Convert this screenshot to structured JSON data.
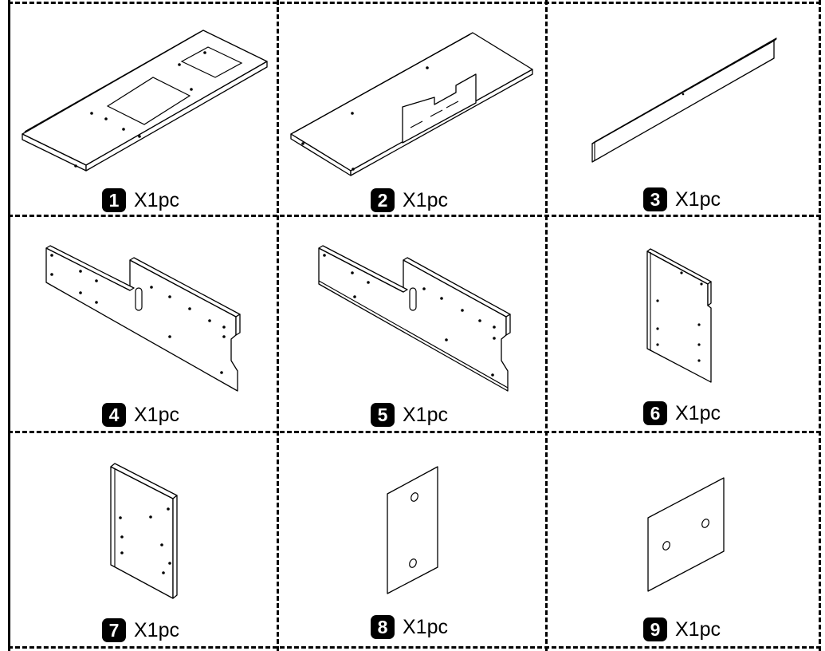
{
  "parts": [
    {
      "number": "1",
      "quantity": "X1pc"
    },
    {
      "number": "2",
      "quantity": "X1pc"
    },
    {
      "number": "3",
      "quantity": "X1pc"
    },
    {
      "number": "4",
      "quantity": "X1pc"
    },
    {
      "number": "5",
      "quantity": "X1pc"
    },
    {
      "number": "6",
      "quantity": "X1pc"
    },
    {
      "number": "7",
      "quantity": "X1pc"
    },
    {
      "number": "8",
      "quantity": "X1pc"
    },
    {
      "number": "9",
      "quantity": "X1pc"
    }
  ]
}
